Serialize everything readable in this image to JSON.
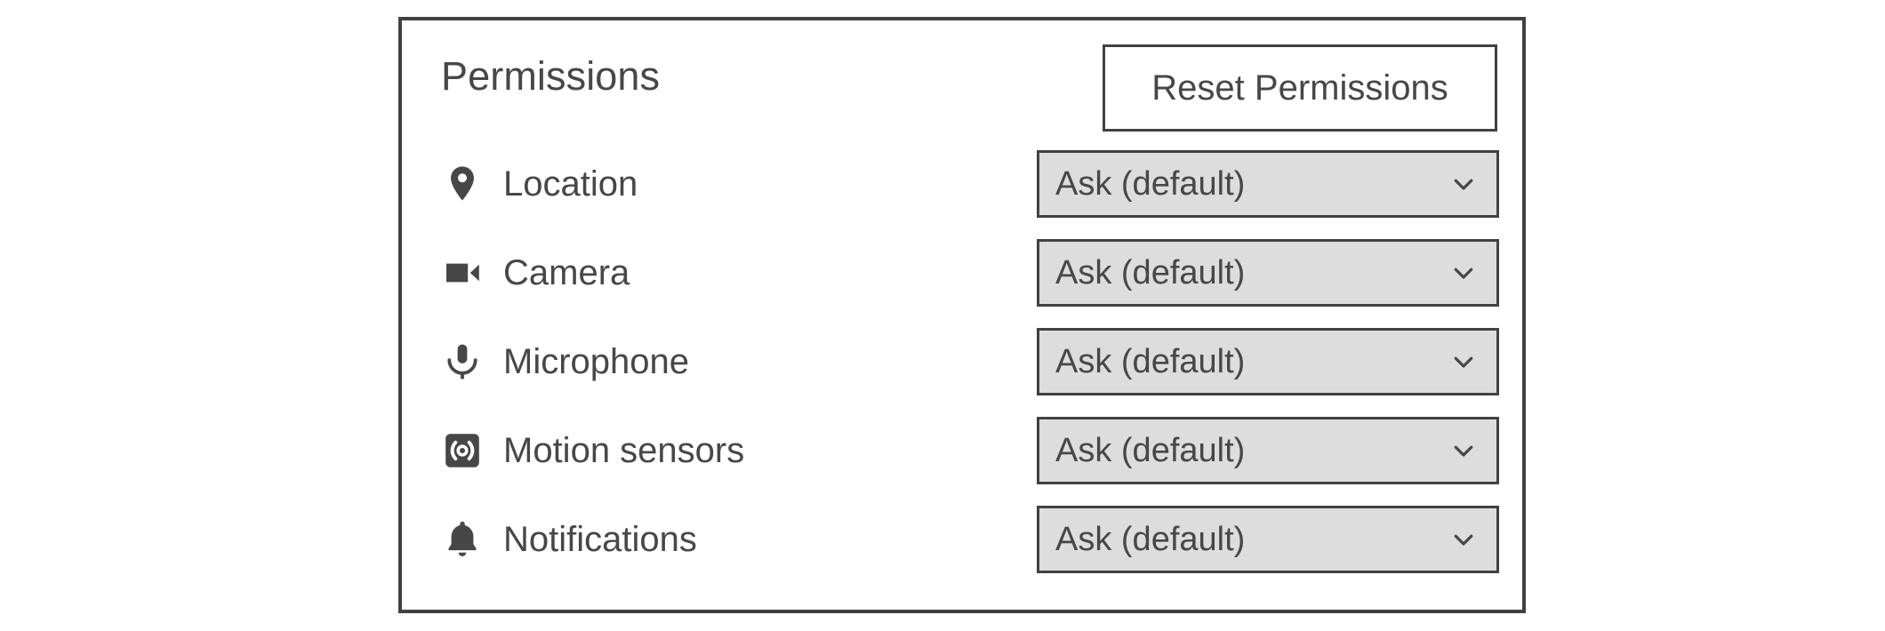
{
  "card": {
    "title": "Permissions",
    "reset_button_label": "Reset Permissions"
  },
  "colors": {
    "page_background": "#ffffff",
    "card_background": "#ffffff",
    "border": "#414141",
    "text": "#474747",
    "select_background": "#dddddd",
    "icon": "#474747"
  },
  "permissions": [
    {
      "icon": "location-pin-icon",
      "label": "Location",
      "value": "Ask (default)",
      "chevron": "chevron-down-icon"
    },
    {
      "icon": "video-camera-icon",
      "label": "Camera",
      "value": "Ask (default)",
      "chevron": "chevron-down-icon"
    },
    {
      "icon": "microphone-icon",
      "label": "Microphone",
      "value": "Ask (default)",
      "chevron": "chevron-down-icon"
    },
    {
      "icon": "motion-sensor-icon",
      "label": "Motion sensors",
      "value": "Ask (default)",
      "chevron": "chevron-down-icon"
    },
    {
      "icon": "bell-icon",
      "label": "Notifications",
      "value": "Ask (default)",
      "chevron": "chevron-down-icon"
    }
  ]
}
